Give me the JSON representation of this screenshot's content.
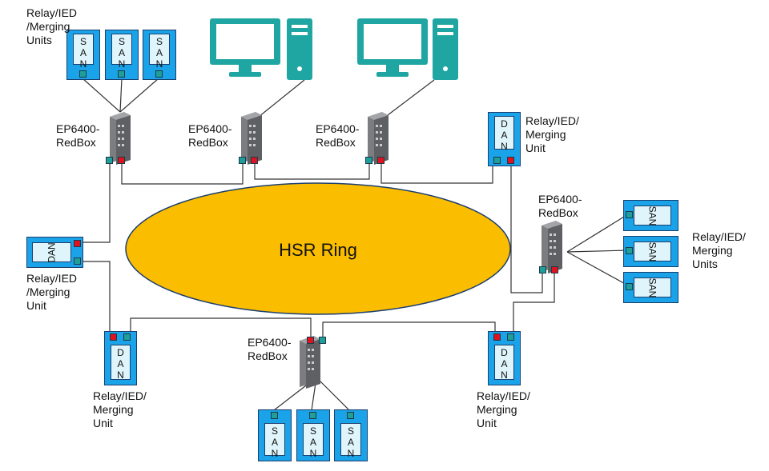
{
  "ring": {
    "label": "HSR Ring"
  },
  "redbox_label": "EP6400-\nRedBox",
  "relay_labels": {
    "top_left": "Relay/IED\n/Merging\nUnits",
    "top_right": "Relay/IED/\nMerging\nUnit",
    "right": "Relay/IED/\nMerging\nUnits",
    "left": "Relay/IED\n/Merging\nUnit",
    "bottom_left": "Relay/IED/\nMerging\nUnit",
    "bottom_right": "Relay/IED/\nMerging\nUnit"
  },
  "node_types": {
    "san": "SAN",
    "dan": "DAN"
  },
  "colors": {
    "ring_fill": "#fbbd00",
    "ring_stroke": "#1b3f6e",
    "node_blue": "#1aa3e8",
    "node_inner": "#dff5fb",
    "port_teal": "#1f9e9a",
    "port_red": "#e0121f",
    "computer": "#1fa5a2",
    "redbox_body": "#6d6f72"
  },
  "icons": [
    "desktop-computer-icon",
    "redbox-switch-icon"
  ]
}
